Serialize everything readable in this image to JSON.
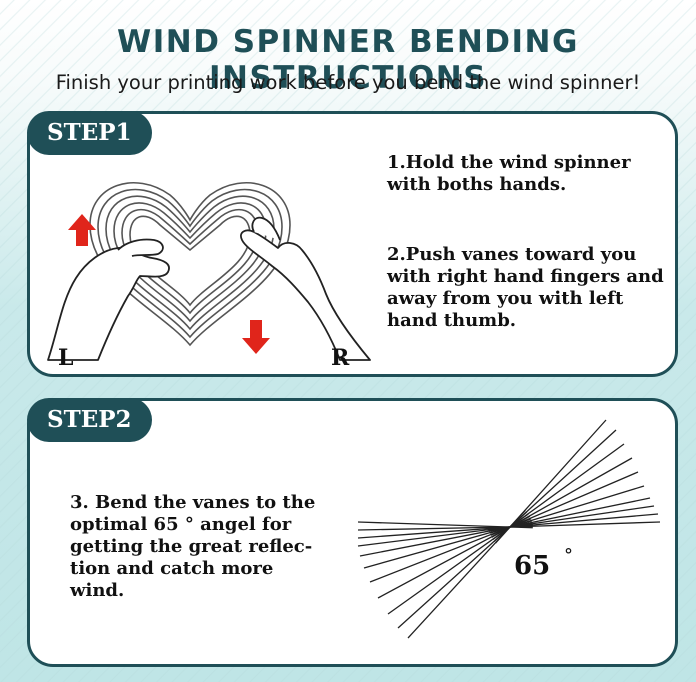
{
  "header": {
    "title": "WIND SPINNER BENDING INSTRUCTIONS",
    "subtitle": "Finish your printing work before you bend the wind spinner!"
  },
  "step1": {
    "badge": "STEP1",
    "instruction1": "1.Hold the wind spinner\nwith boths hands.",
    "instruction2": "2.Push vanes toward you\nwith right hand fingers and\naway from you with left\nhand thumb.",
    "left_label": "L",
    "right_label": "R"
  },
  "step2": {
    "badge": "STEP2",
    "instruction3": "3. Bend the vanes to the\noptimal 65 °  angel for\ngetting the great reflec-\ntion and catch more\nwind.",
    "angle_label": "65",
    "degree_mark": "°"
  },
  "colors": {
    "dark_teal": "#1f4f57",
    "arrow_red": "#e0251b",
    "background_teal": "#c9e9ea"
  }
}
